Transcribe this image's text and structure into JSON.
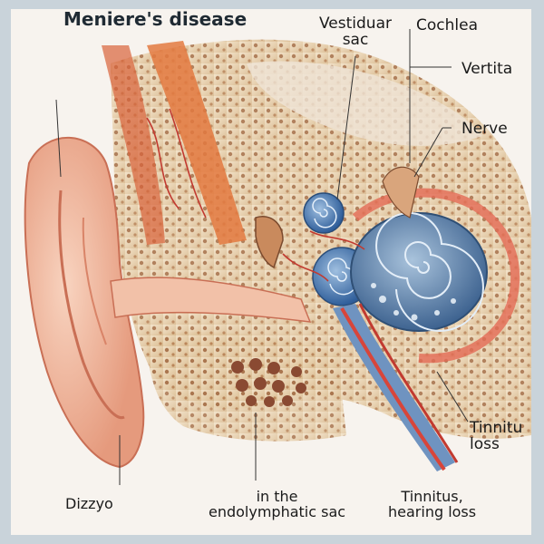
{
  "title": "Meniere's disease",
  "labels": {
    "vestibular": [
      "Vestiduar",
      "sac"
    ],
    "cochlea": "Cochlea",
    "vertigo": "Vertita",
    "nerve": "Nerve",
    "tinnitus_loss": [
      "Tinnitu",
      "loss"
    ],
    "dizzy": "Dizzyo",
    "endolymphatic": [
      "in the",
      "endolymphatic sac"
    ],
    "tinnitus_hearing": [
      "Tinnitus,",
      "hearing loss"
    ]
  },
  "colors": {
    "frame": "#c9d3da",
    "background": "#f7f3ee",
    "skin": "#f0b49a",
    "bone": "#e8d2b0",
    "cochlea": "#5d86b0",
    "nerve": "#d8453a"
  }
}
